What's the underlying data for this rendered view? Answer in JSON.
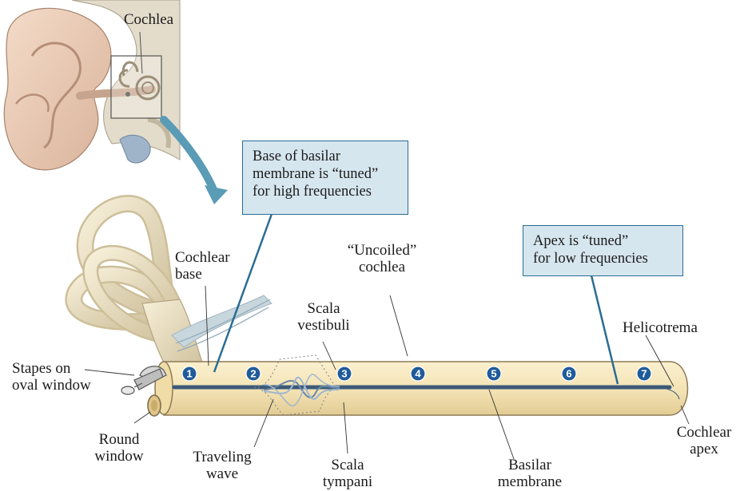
{
  "labels": {
    "cochlea": "Cochlea",
    "cochlear_base": "Cochlear\nbase",
    "uncoiled_cochlea": "“Uncoiled”\ncochlea",
    "scala_vestibuli": "Scala\nvestibuli",
    "helicotrema": "Helicotrema",
    "stapes": "Stapes on\noval window",
    "round_window": "Round\nwindow",
    "traveling_wave": "Traveling\nwave",
    "scala_tympani": "Scala\ntympani",
    "basilar_membrane": "Basilar\nmembrane",
    "cochlear_apex": "Cochlear\napex"
  },
  "callouts": {
    "base": "Base of basilar\nmembrane is “tuned”\nfor high frequencies",
    "apex": "Apex is “tuned”\nfor low frequencies"
  },
  "positions": [
    "1",
    "2",
    "3",
    "4",
    "5",
    "6",
    "7"
  ],
  "colors": {
    "tube_fill": "#f4e4b8",
    "tube_stroke": "#8f7a55",
    "membrane": "#3b5a7a",
    "marker": "#1f5b9a",
    "callout_fill": "#d6e6ef",
    "callout_border": "#2a6d93",
    "arrow": "#5a9bb6"
  }
}
